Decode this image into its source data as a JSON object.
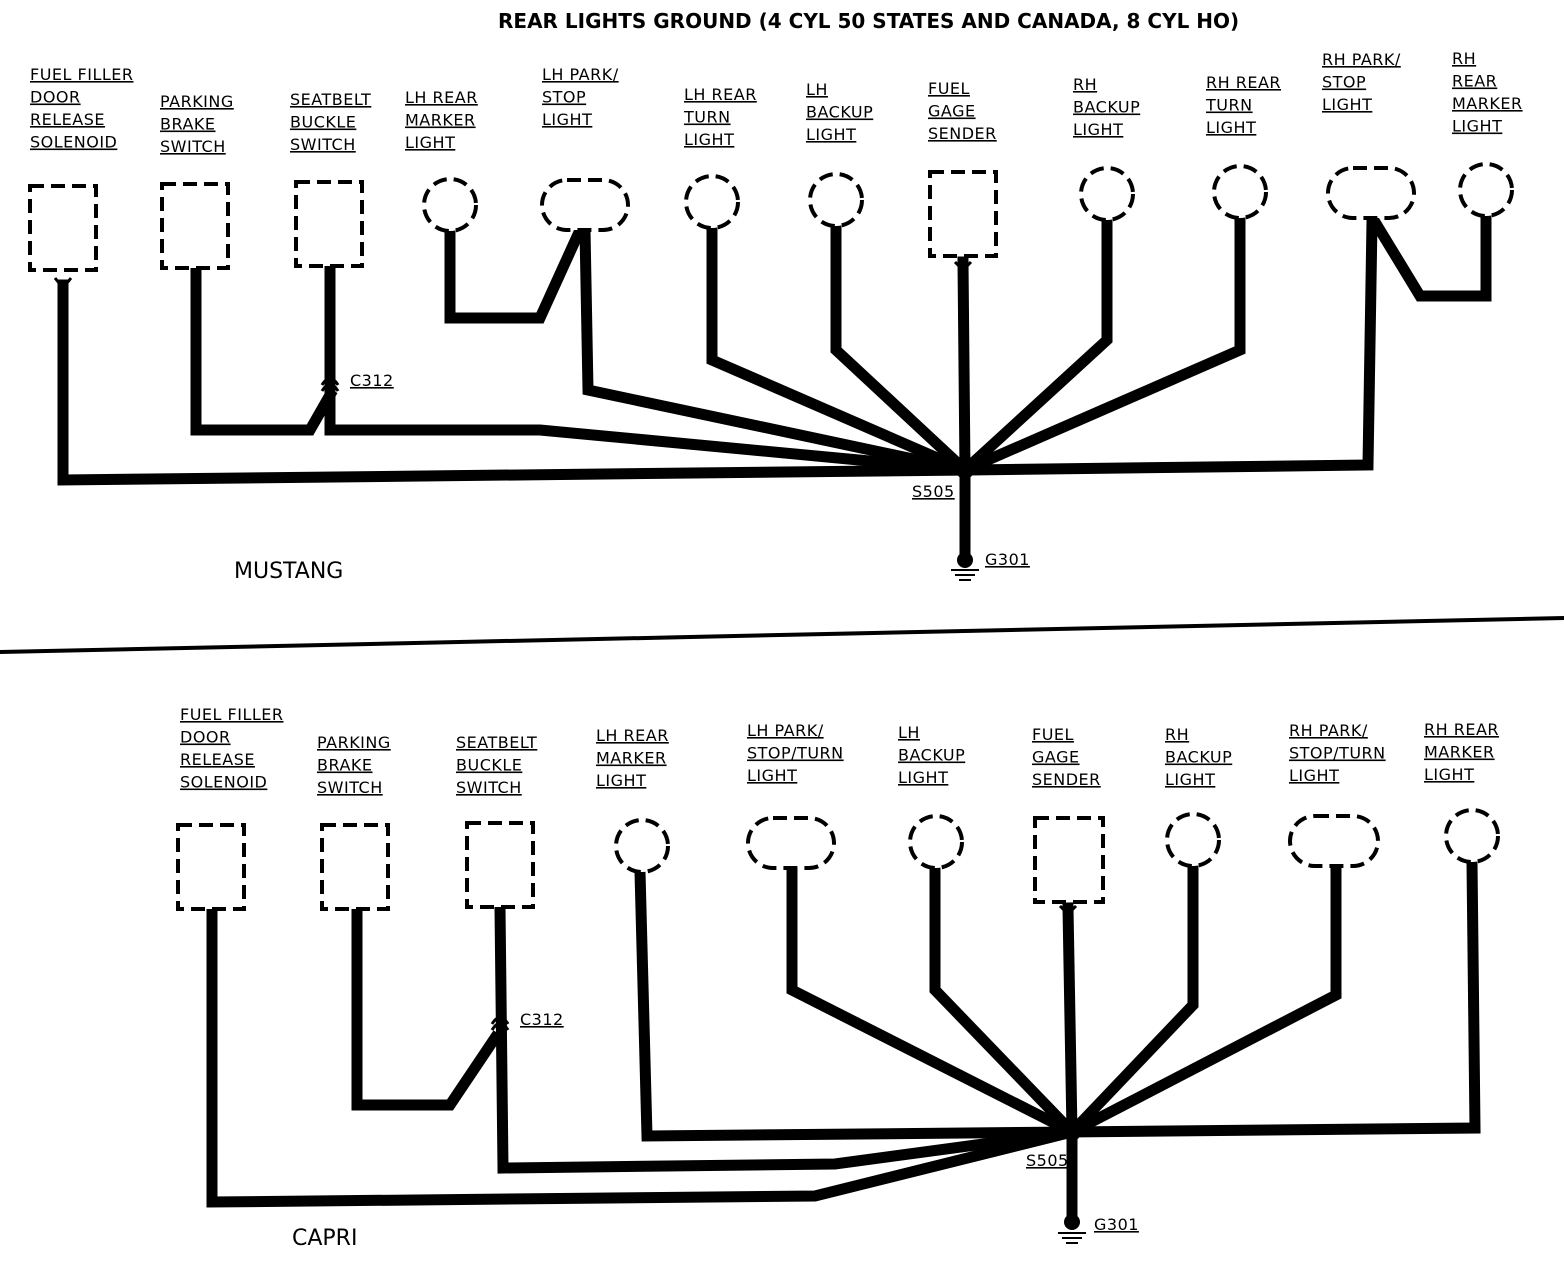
{
  "title": "REAR LIGHTS GROUND (4 CYL 50 STATES AND CANADA, 8 CYL HO)",
  "mustang": {
    "name": "MUSTANG",
    "splice": "S505",
    "ground": "G301",
    "connector": "C312",
    "components": [
      {
        "id": "fuel-filler-door-release-solenoid",
        "lines": [
          "FUEL FILLER",
          "DOOR",
          "RELEASE",
          "SOLENOID"
        ]
      },
      {
        "id": "parking-brake-switch",
        "lines": [
          "PARKING",
          "BRAKE",
          "SWITCH"
        ]
      },
      {
        "id": "seatbelt-buckle-switch",
        "lines": [
          "SEATBELT",
          "BUCKLE",
          "SWITCH"
        ]
      },
      {
        "id": "lh-rear-marker-light",
        "lines": [
          "LH REAR",
          "MARKER",
          "LIGHT"
        ]
      },
      {
        "id": "lh-park-stop-light",
        "lines": [
          "LH PARK/",
          "STOP",
          "LIGHT"
        ]
      },
      {
        "id": "lh-rear-turn-light",
        "lines": [
          "LH REAR",
          "TURN",
          "LIGHT"
        ]
      },
      {
        "id": "lh-backup-light",
        "lines": [
          "LH",
          "BACKUP",
          "LIGHT"
        ]
      },
      {
        "id": "fuel-gage-sender",
        "lines": [
          "FUEL",
          "GAGE",
          "SENDER"
        ]
      },
      {
        "id": "rh-backup-light",
        "lines": [
          "RH",
          "BACKUP",
          "LIGHT"
        ]
      },
      {
        "id": "rh-rear-turn-light",
        "lines": [
          "RH REAR",
          "TURN",
          "LIGHT"
        ]
      },
      {
        "id": "rh-park-stop-light",
        "lines": [
          "RH PARK/",
          "STOP",
          "LIGHT"
        ]
      },
      {
        "id": "rh-rear-marker-light",
        "lines": [
          "RH",
          "REAR",
          "MARKER",
          "LIGHT"
        ]
      }
    ]
  },
  "capri": {
    "name": "CAPRI",
    "splice": "S505",
    "ground": "G301",
    "connector": "C312",
    "components": [
      {
        "id": "fuel-filler-door-release-solenoid",
        "lines": [
          "FUEL FILLER",
          "DOOR",
          "RELEASE",
          "SOLENOID"
        ]
      },
      {
        "id": "parking-brake-switch",
        "lines": [
          "PARKING",
          "BRAKE",
          "SWITCH"
        ]
      },
      {
        "id": "seatbelt-buckle-switch",
        "lines": [
          "SEATBELT",
          "BUCKLE",
          "SWITCH"
        ]
      },
      {
        "id": "lh-rear-marker-light",
        "lines": [
          "LH REAR",
          "MARKER",
          "LIGHT"
        ]
      },
      {
        "id": "lh-park-stop-turn-light",
        "lines": [
          "LH PARK/",
          "STOP/TURN",
          "LIGHT"
        ]
      },
      {
        "id": "lh-backup-light",
        "lines": [
          "LH",
          "BACKUP",
          "LIGHT"
        ]
      },
      {
        "id": "fuel-gage-sender",
        "lines": [
          "FUEL",
          "GAGE",
          "SENDER"
        ]
      },
      {
        "id": "rh-backup-light",
        "lines": [
          "RH",
          "BACKUP",
          "LIGHT"
        ]
      },
      {
        "id": "rh-park-stop-turn-light",
        "lines": [
          "RH PARK/",
          "STOP/TURN",
          "LIGHT"
        ]
      },
      {
        "id": "rh-rear-marker-light",
        "lines": [
          "RH REAR",
          "MARKER",
          "LIGHT"
        ]
      }
    ]
  }
}
